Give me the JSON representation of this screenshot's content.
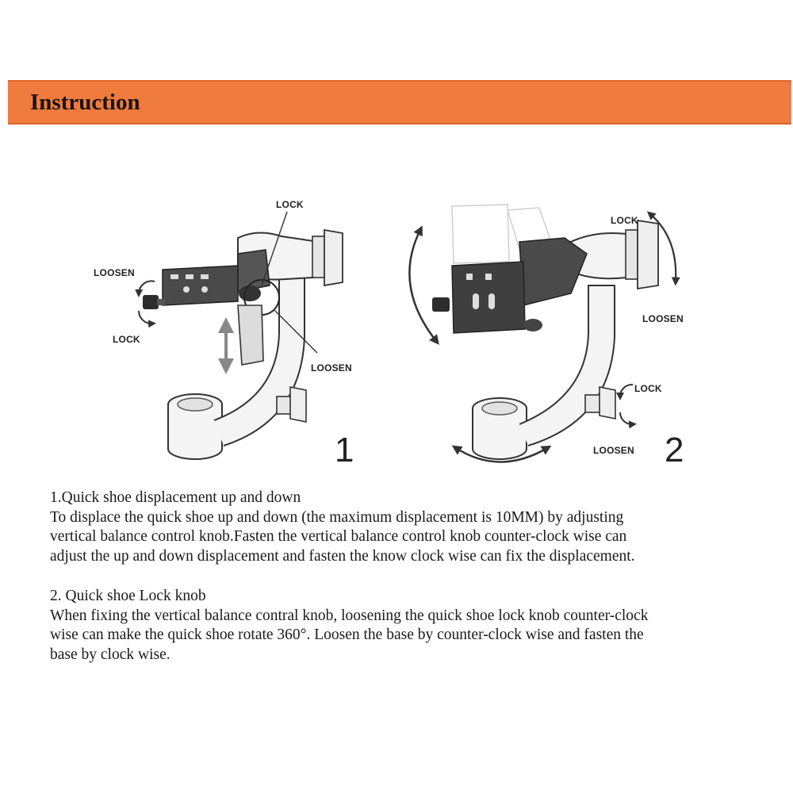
{
  "header": {
    "title": "Instruction"
  },
  "figure": {
    "panel1": {
      "lock_top": "LOCK",
      "loosen_left": "LOOSEN",
      "lock_left": "LOCK",
      "loosen_bottom": "LOOSEN",
      "number": "1"
    },
    "panel2": {
      "lock_top": "LOCK",
      "loosen_right": "LOOSEN",
      "lock_bottom": "LOCK",
      "loosen_bottom": "LOOSEN",
      "number": "2"
    }
  },
  "sections": [
    {
      "title": "1.Quick shoe displacement up and down",
      "lines": [
        "To displace the quick shoe up and down (the maximum displacement is 10MM) by adjusting",
        "vertical balance control knob.Fasten the vertical balance control knob counter-clock wise can",
        "adjust the up and down displacement and fasten the know clock wise can fix the displacement."
      ]
    },
    {
      "title": "2. Quick shoe Lock knob",
      "lines": [
        "When fixing the vertical balance contral knob, loosening the quick shoe lock knob counter-clock",
        "wise can make the quick shoe rotate 360°. Loosen the base by counter-clock wise and fasten the",
        "base by clock wise."
      ]
    }
  ]
}
